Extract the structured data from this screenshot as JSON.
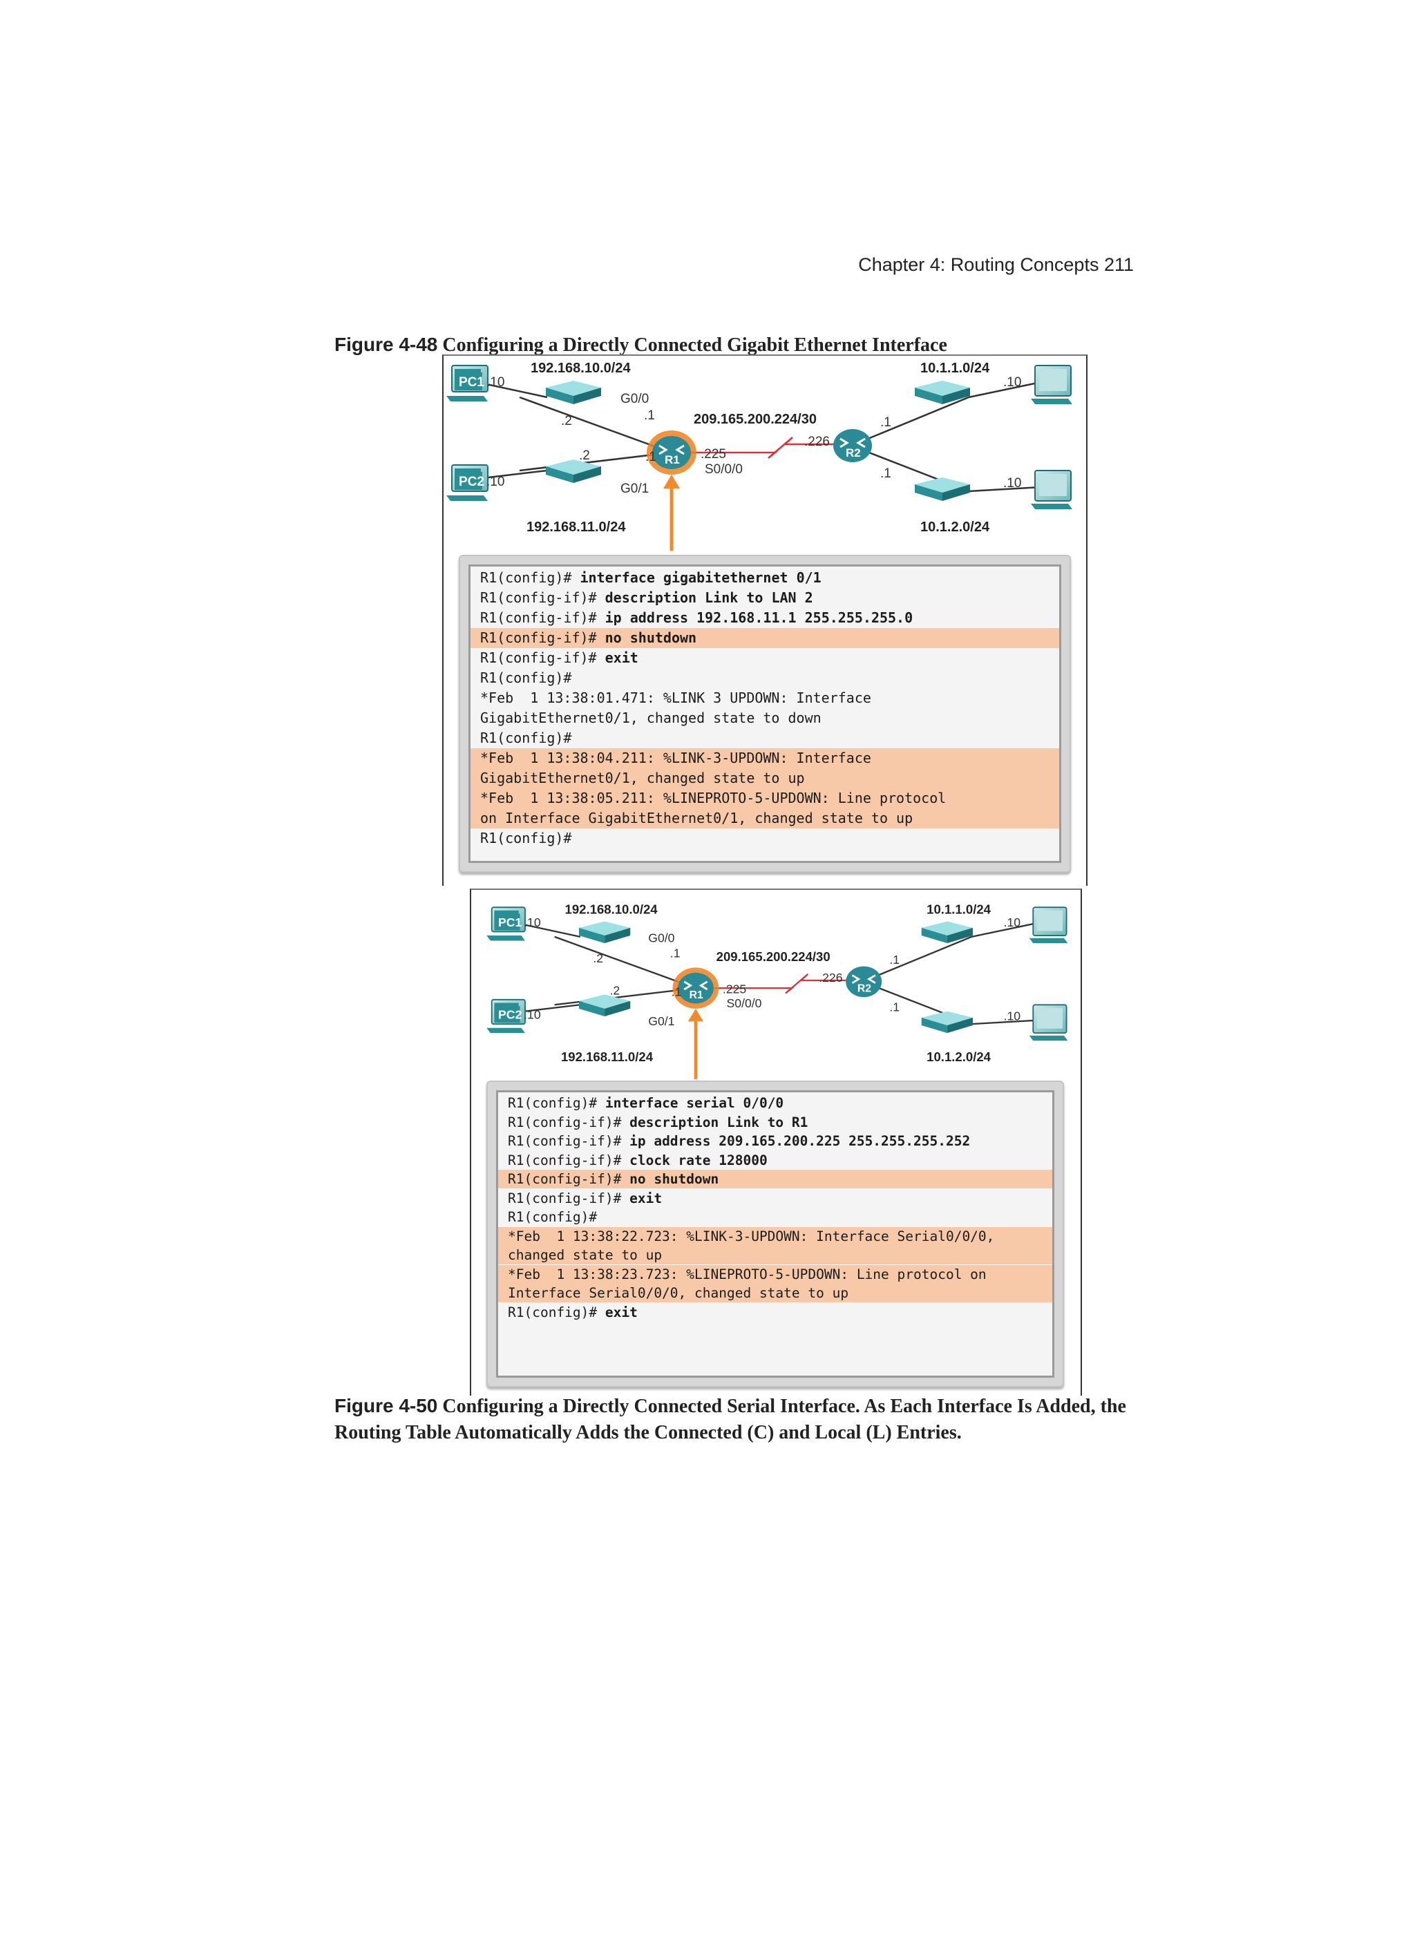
{
  "page": {
    "running_head": "Chapter 4: Routing Concepts 211"
  },
  "figure_top": {
    "number": "Figure 4-48",
    "title": "Configuring a Directly Connected Gigabit Ethernet Interface",
    "topology": {
      "lan_top_left": "192.168.10.0/24",
      "lan_bottom_left": "192.168.11.0/24",
      "lan_top_right": "10.1.1.0/24",
      "lan_bottom_right": "10.1.2.0/24",
      "wan": "209.165.200.224/30",
      "pc1": "PC1",
      "pc2": "PC2",
      "r1": "R1",
      "r2": "R2",
      "pc1_host": ".10",
      "pc2_host": ".10",
      "pc_r_top": ".10",
      "pc_r_bottom": ".10",
      "sw1_host": ".2",
      "sw2_host": ".2",
      "r1_g00": ".1",
      "r1_g01": ".1",
      "r1_s000": ".225",
      "r2_s000": ".226",
      "r2_top": ".1",
      "r2_bottom": ".1",
      "g00_label": "G0/0",
      "g01_label": "G0/1",
      "s000_label": "S0/0/0"
    },
    "console": [
      {
        "prompt": "R1(config)# ",
        "cmd": "interface gigabitethernet 0/1",
        "hl": false
      },
      {
        "prompt": "R1(config-if)# ",
        "cmd": "description Link to LAN 2",
        "hl": false
      },
      {
        "prompt": "R1(config-if)# ",
        "cmd": "ip address 192.168.11.1 255.255.255.0",
        "hl": false
      },
      {
        "prompt": "R1(config-if)# ",
        "cmd": "no shutdown",
        "hl": true
      },
      {
        "prompt": "R1(config-if)# ",
        "cmd": "exit",
        "hl": false
      },
      {
        "prompt": "R1(config)#",
        "cmd": "",
        "hl": false
      },
      {
        "prompt": "*Feb  1 13:38:01.471: %LINK 3 UPDOWN: Interface",
        "cmd": "",
        "hl": false
      },
      {
        "prompt": "GigabitEthernet0/1, changed state to down",
        "cmd": "",
        "hl": false
      },
      {
        "prompt": "R1(config)#",
        "cmd": "",
        "hl": false
      },
      {
        "prompt": "*Feb  1 13:38:04.211: %LINK-3-UPDOWN: Interface",
        "cmd": "",
        "hl": true
      },
      {
        "prompt": "GigabitEthernet0/1, changed state to up",
        "cmd": "",
        "hl": true
      },
      {
        "prompt": "*Feb  1 13:38:05.211: %LINEPROTO-5-UPDOWN: Line protocol",
        "cmd": "",
        "hl": true
      },
      {
        "prompt": "on Interface GigabitEthernet0/1, changed state to up",
        "cmd": "",
        "hl": true
      },
      {
        "prompt": "R1(config)#",
        "cmd": "",
        "hl": false
      }
    ]
  },
  "figure_bottom": {
    "number": "Figure 4-50",
    "title": "Configuring a Directly Connected Serial Interface. As Each Interface Is Added, the Routing Table Automatically Adds the Connected (C) and Local (L) Entries.",
    "console": [
      {
        "prompt": "R1(config)# ",
        "cmd": "interface serial 0/0/0",
        "hl": false
      },
      {
        "prompt": "R1(config-if)# ",
        "cmd": "description Link to R1",
        "hl": false
      },
      {
        "prompt": "R1(config-if)# ",
        "cmd": "ip address 209.165.200.225 255.255.255.252",
        "hl": false
      },
      {
        "prompt": "R1(config-if)# ",
        "cmd": "clock rate 128000",
        "hl": false
      },
      {
        "prompt": "R1(config-if)# ",
        "cmd": "no shutdown",
        "hl": true
      },
      {
        "prompt": "R1(config-if)# ",
        "cmd": "exit",
        "hl": false
      },
      {
        "prompt": "R1(config)#",
        "cmd": "",
        "hl": false
      },
      {
        "prompt": "*Feb  1 13:38:22.723: %LINK-3-UPDOWN: Interface Serial0/0/0,",
        "cmd": "",
        "hl": true
      },
      {
        "prompt": "changed state to up",
        "cmd": "",
        "hl": true
      },
      {
        "prompt": "*Feb  1 13:38:23.723: %LINEPROTO-5-UPDOWN: Line protocol on",
        "cmd": "",
        "hl": true
      },
      {
        "prompt": "Interface Serial0/0/0, changed state to up",
        "cmd": "",
        "hl": true
      },
      {
        "prompt": "R1(config)# ",
        "cmd": "exit",
        "hl": false
      }
    ]
  },
  "colors": {
    "router": "#2a8a96",
    "router_halo": "#f0801e",
    "switch": "#2e9aa0",
    "arrow": "#f08a2e",
    "serial_link": "#d8333a",
    "highlight": "#f7c9a8"
  }
}
